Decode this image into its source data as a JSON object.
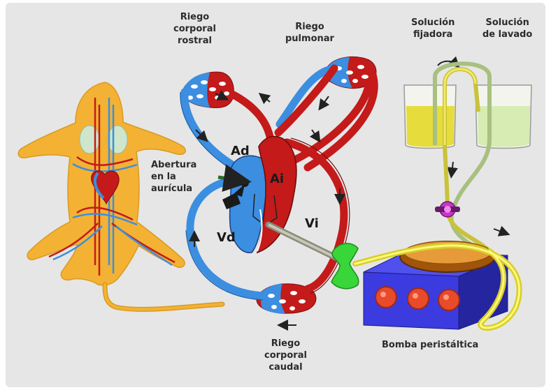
{
  "labels": {
    "riego_corporal_rostral": [
      "Riego",
      "corporal",
      "rostral"
    ],
    "riego_pulmonar": [
      "Riego",
      "pulmonar"
    ],
    "solucion_fijadora": [
      "Solución",
      "fijadora"
    ],
    "solucion_lavado": [
      "Solución",
      "de lavado"
    ],
    "abertura_auricula": [
      "Abertura",
      "en la",
      "aurícula"
    ],
    "riego_corporal_caudal": [
      "Riego",
      "corporal",
      "caudal"
    ],
    "bomba_peristaltica": "Bomba peristáltica"
  },
  "chambers": {
    "ad": "Ad",
    "ai": "Ai",
    "vd": "Vd",
    "vi": "Vi"
  },
  "colors": {
    "venous": "#3c8ee0",
    "arterial": "#c41a1a",
    "body": "#f3b233",
    "fixative": "#e9e04a",
    "wash": "#d6ec9e",
    "pump": "#3a3ad8",
    "pump_button": "#e84a2a",
    "connector": "#33dd33",
    "valve": "#cc33cc"
  }
}
